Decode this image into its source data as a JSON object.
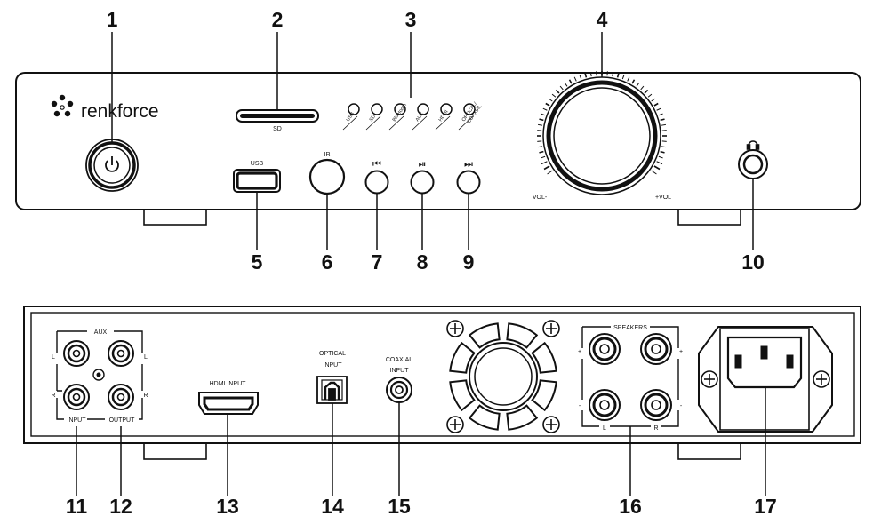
{
  "front_panel": {
    "brand": "renkforce",
    "sd_label": "SD",
    "usb_label": "USB",
    "ir_label": "IR",
    "vol_minus": "VOL-",
    "vol_plus": "+VOL",
    "source_leds": [
      "USB",
      "SD",
      "Bluetooth",
      "AUX",
      "HDMI",
      "OPTICAL/ COAXIAL"
    ],
    "prev_glyph": "⏮",
    "play_glyph": "⏯",
    "next_glyph": "⏭"
  },
  "rear_panel": {
    "aux_label": "AUX",
    "input_label": "INPUT",
    "output_label": "OUTPUT",
    "left": "L",
    "right": "R",
    "hdmi_label": "HDMI INPUT",
    "optical_label_1": "OPTICAL",
    "optical_label_2": "INPUT",
    "coaxial_label_1": "COAXIAL",
    "coaxial_label_2": "INPUT",
    "speakers_label": "SPEAKERS",
    "plus": "+",
    "minus": "-"
  },
  "callouts": [
    "1",
    "2",
    "3",
    "4",
    "5",
    "6",
    "7",
    "8",
    "9",
    "10",
    "11",
    "12",
    "13",
    "14",
    "15",
    "16",
    "17"
  ],
  "colors": {
    "line": "#111111",
    "background": "#ffffff"
  }
}
